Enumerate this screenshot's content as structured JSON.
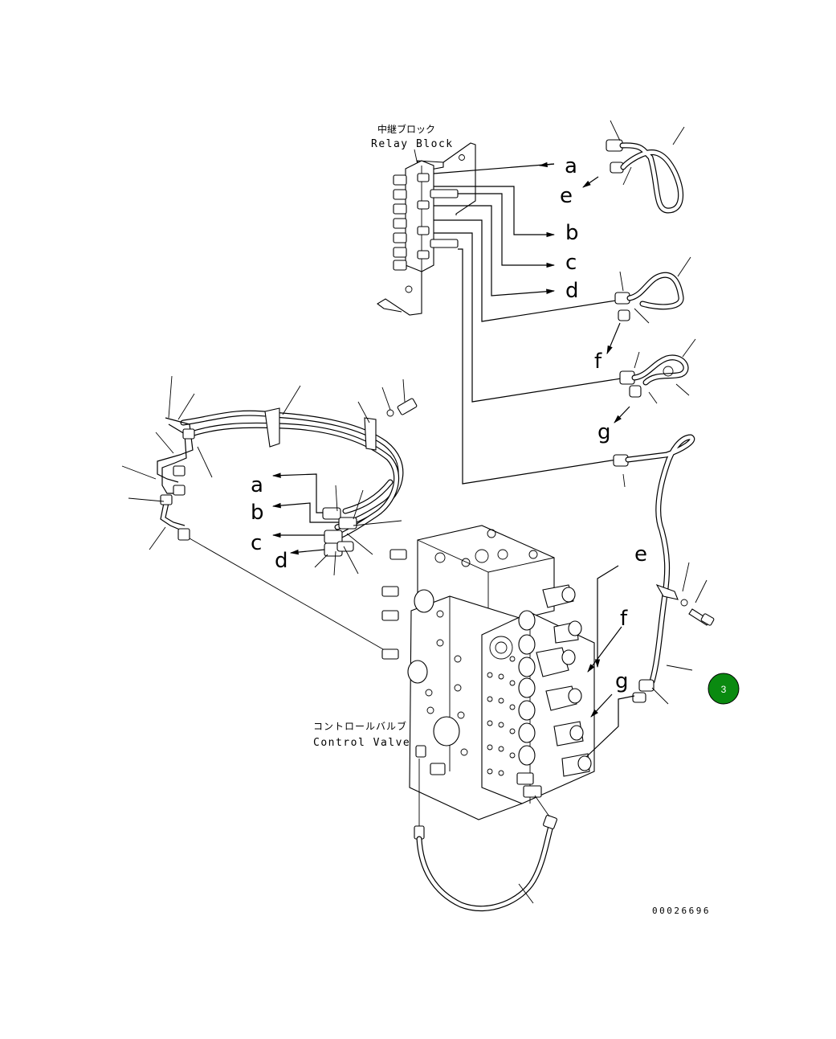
{
  "labels": {
    "relay_block_jp": "中継ブロック",
    "relay_block_en": "Relay Block",
    "control_valve_jp": "コントロールバルブ",
    "control_valve_en": "Control Valve",
    "drawing_number": "00026696"
  },
  "connection_letters": {
    "a": "a",
    "b": "b",
    "c": "c",
    "d": "d",
    "e": "e",
    "f": "f",
    "g": "g"
  },
  "marker": {
    "text": "3",
    "color": "#0a8a10"
  },
  "colors": {
    "line": "#000000",
    "background": "#ffffff"
  }
}
